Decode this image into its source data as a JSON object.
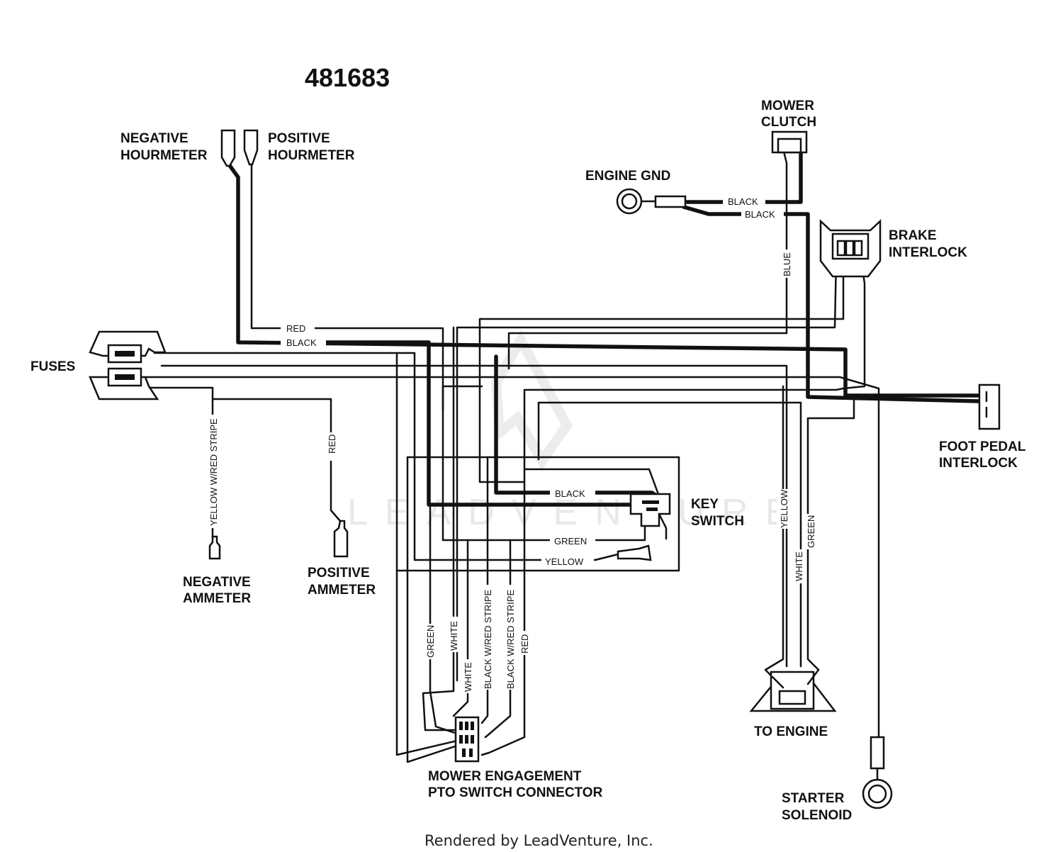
{
  "diagram_number": "481683",
  "components": {
    "negative_hourmeter": [
      "NEGATIVE",
      "HOURMETER"
    ],
    "positive_hourmeter": [
      "POSITIVE",
      "HOURMETER"
    ],
    "mower_clutch": [
      "MOWER",
      "CLUTCH"
    ],
    "engine_gnd": [
      "ENGINE GND"
    ],
    "brake_interlock": [
      "BRAKE",
      "INTERLOCK"
    ],
    "fuses": [
      "FUSES"
    ],
    "foot_pedal_interlock": [
      "FOOT PEDAL",
      "INTERLOCK"
    ],
    "key_switch": [
      "KEY",
      "SWITCH"
    ],
    "negative_ammeter": [
      "NEGATIVE",
      "AMMETER"
    ],
    "positive_ammeter": [
      "POSITIVE",
      "AMMETER"
    ],
    "to_engine": [
      "TO ENGINE"
    ],
    "mower_engagement": [
      "MOWER ENGAGEMENT",
      "PTO SWITCH CONNECTOR"
    ],
    "starter_solenoid": [
      "STARTER",
      "SOLENOID"
    ]
  },
  "wire_labels": {
    "red_top": "RED",
    "black_top": "BLACK",
    "black_engine_1": "BLACK",
    "black_engine_2": "BLACK",
    "blue": "BLUE",
    "yellow_red_stripe": "YELLOW W/RED STRIPE",
    "red_ammeter": "RED",
    "black_key": "BLACK",
    "green_key": "GREEN",
    "yellow_key": "YELLOW",
    "yellow_right": "YELLOW",
    "white_right": "WHITE",
    "green_right": "GREEN",
    "green_pto": "GREEN",
    "white_pto_1": "WHITE",
    "white_pto_2": "WHITE",
    "black_red_stripe_1": "BLACK W/RED STRIPE",
    "black_red_stripe_2": "BLACK W/RED STRIPE",
    "red_pto": "RED"
  },
  "watermark": "LEADVENTURE",
  "footer": "Rendered by LeadVenture, Inc."
}
